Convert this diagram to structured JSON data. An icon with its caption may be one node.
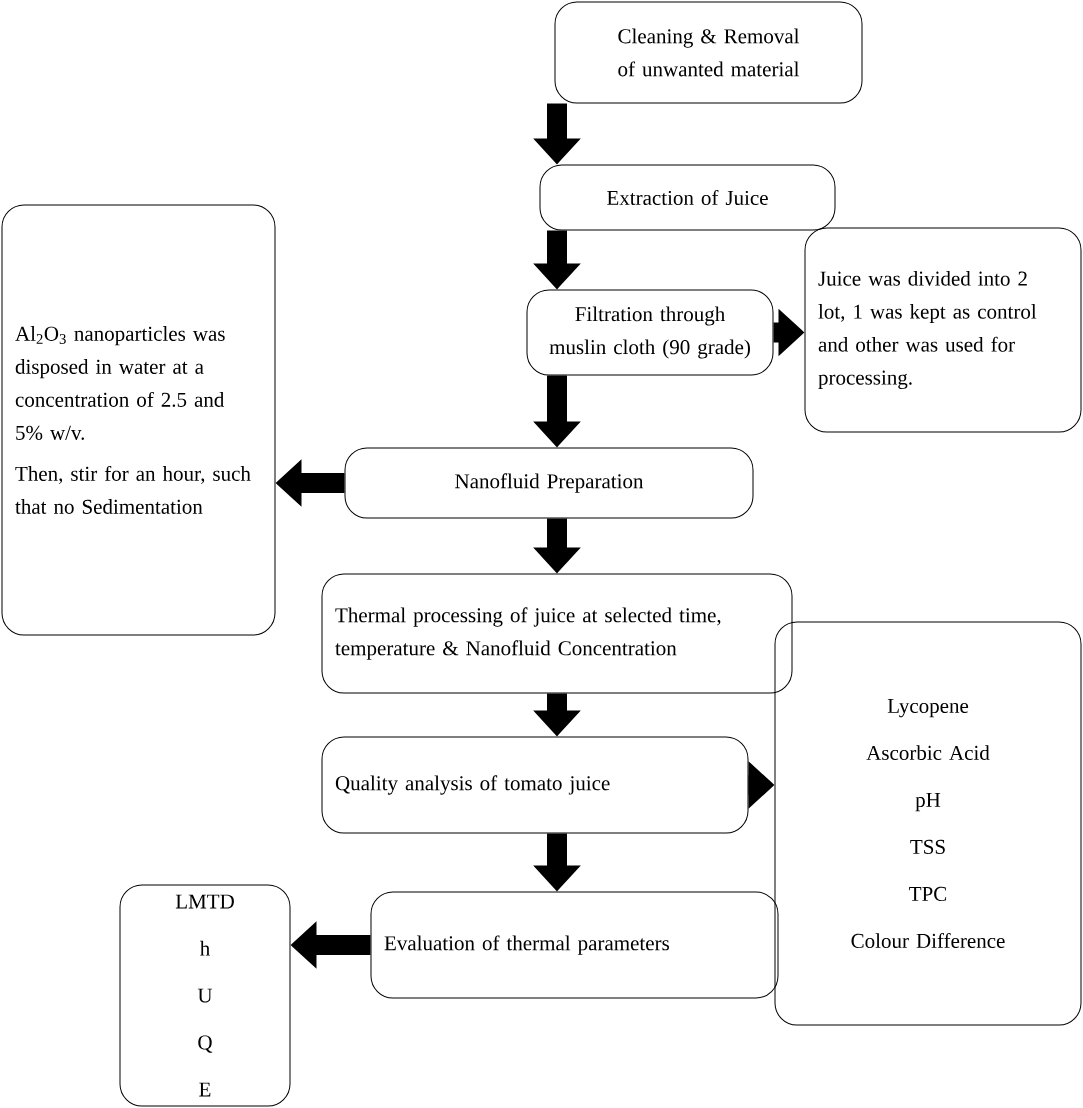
{
  "diagram": {
    "nodes": [
      {
        "text": [
          "Cleaning & Removal of unwanted material"
        ]
      },
      {
        "text": [
          "Extraction of Juice"
        ]
      },
      {
        "text": [
          "Filtration through muslin cloth (90 grade)"
        ]
      },
      {
        "text": [
          "Juice was divided into 2 lot, 1 was kept as control and other was used for processing."
        ]
      },
      {
        "text": [
          "Nanofluid Preparation"
        ]
      },
      {
        "text": [
          "Al$_{2}$O$_{3}$ nanoparticles was disposed in water at a concentration of 2.5 and 5% w/v.",
          "Then, stir for an hour, such that no Sedimentation"
        ]
      },
      {
        "text": [
          "Thermal processing of juice at selected time, temperature & Nanofluid Concentration"
        ]
      },
      {
        "text": [
          "Quality analysis of tomato juice"
        ]
      },
      {
        "text": [
          "Lycopene",
          "Ascorbic Acid",
          "pH",
          "TSS",
          "TPC",
          "Colour Difference"
        ]
      },
      {
        "text": [
          "Evaluation of thermal parameters"
        ]
      },
      {
        "text": [
          "LMTD",
          "h",
          "U",
          "Q",
          "E"
        ]
      }
    ],
    "edges": [
      {
        "from": 0,
        "to": 1,
        "arrow": "to"
      },
      {
        "from": 1,
        "to": 2,
        "arrow": "to"
      },
      {
        "from": 2,
        "to": 3,
        "arrow": "to"
      },
      {
        "from": 2,
        "to": 4,
        "arrow": "to"
      },
      {
        "from": 4,
        "to": 5,
        "arrow": "to"
      },
      {
        "from": 4,
        "to": 6,
        "arrow": "to"
      },
      {
        "from": 6,
        "to": 7,
        "arrow": "to"
      },
      {
        "from": 7,
        "to": 8,
        "arrow": "to"
      },
      {
        "from": 7,
        "to": 9,
        "arrow": "to"
      },
      {
        "from": 9,
        "to": 10,
        "arrow": "to"
      }
    ]
  }
}
